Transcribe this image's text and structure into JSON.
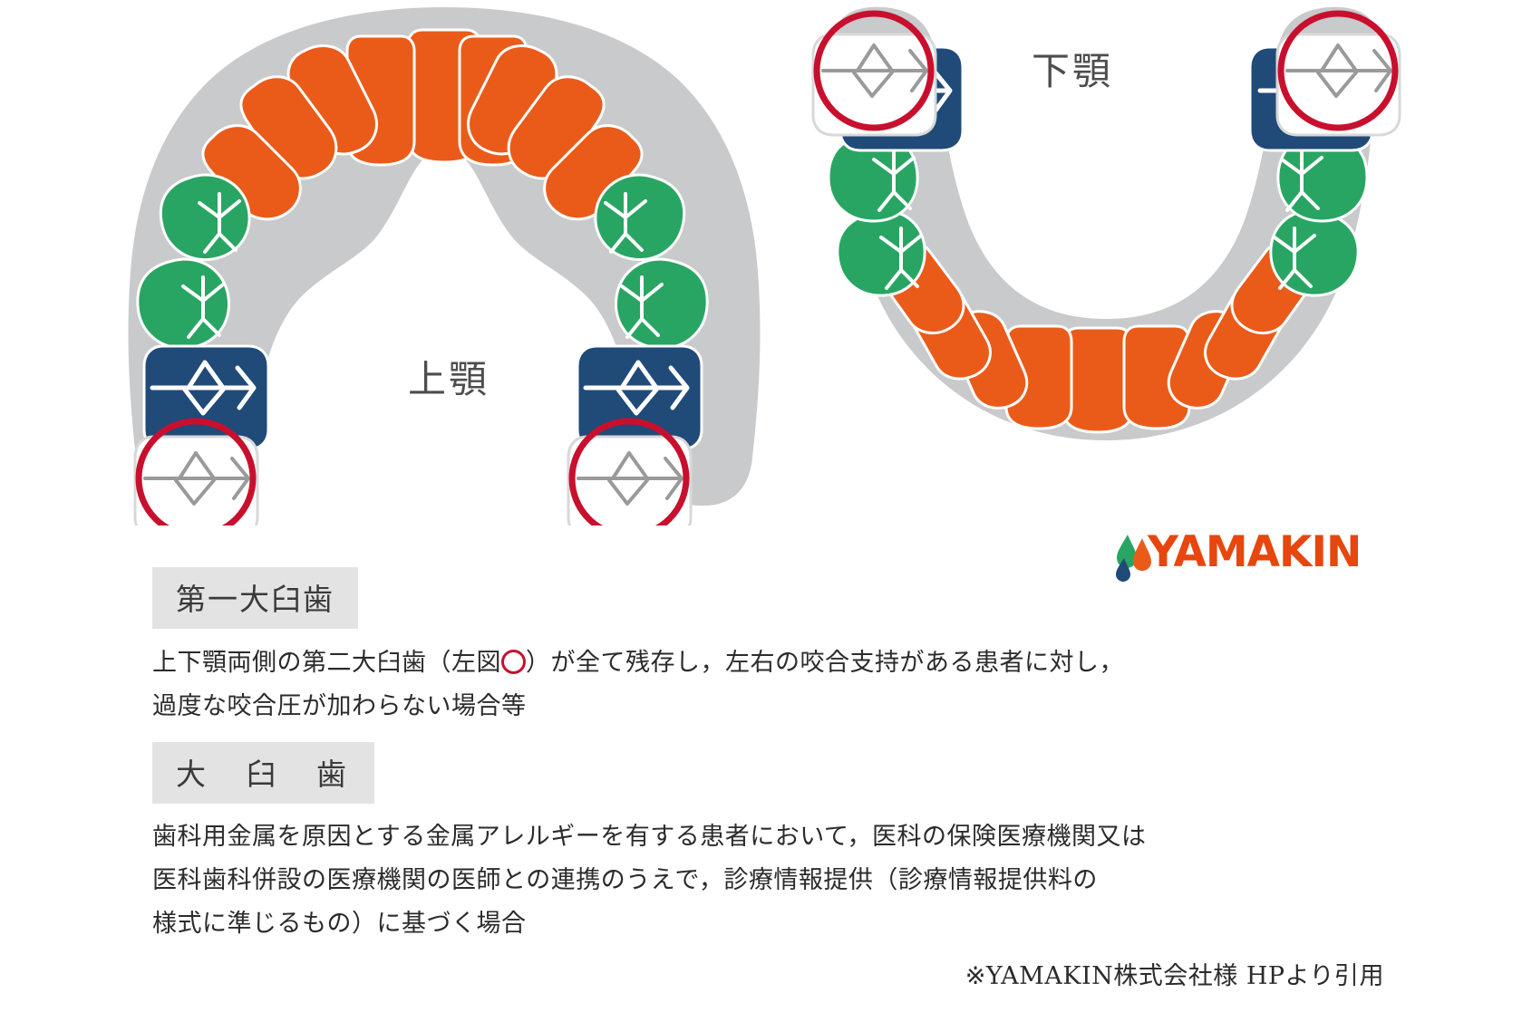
{
  "diagram": {
    "upper_jaw_label": "上顎",
    "lower_jaw_label": "下顎",
    "colors": {
      "gum": "#c9cacb",
      "incisor_orange": "#ea5b1a",
      "premolar_green": "#29a563",
      "molar_blue": "#204a78",
      "second_molar_white": "#ffffff",
      "highlight_circle": "#c8102e",
      "label_gray": "#4d4d4d"
    },
    "upper_arch": {
      "name": "上顎歯列",
      "teeth_per_side": {
        "incisors_canines_orange": 5,
        "premolars_green": 2,
        "first_molar_blue": 1,
        "second_molar_white_circled": 1
      }
    },
    "lower_arch": {
      "name": "下顎歯列",
      "teeth_per_side": {
        "incisors_canines_orange": 5,
        "premolars_green": 2,
        "first_molar_blue": 1,
        "second_molar_white_circled": 1
      }
    }
  },
  "logo": {
    "brand": "YAMAKIN",
    "drop_colors": [
      "#29a563",
      "#204a78",
      "#ea5b1a"
    ]
  },
  "legend": {
    "items": [
      {
        "heading": "第一大臼歯",
        "body_prefix": "上下顎両側の第二大臼歯（左図",
        "body_suffix": "）が全て残存し，左右の咬合支持がある患者に対し，\n過度な咬合圧が加わらない場合等",
        "has_circle_mark": true
      },
      {
        "heading": "大 臼 歯",
        "body": "歯科用金属を原因とする金属アレルギーを有する患者において，医科の保険医療機関又は\n医科歯科併設の医療機関の医師との連携のうえで，診療情報提供（診療情報提供料の\n様式に準じるもの）に基づく場合",
        "has_circle_mark": false
      }
    ]
  },
  "credit": "※YAMAKIN株式会社様 HPより引用"
}
